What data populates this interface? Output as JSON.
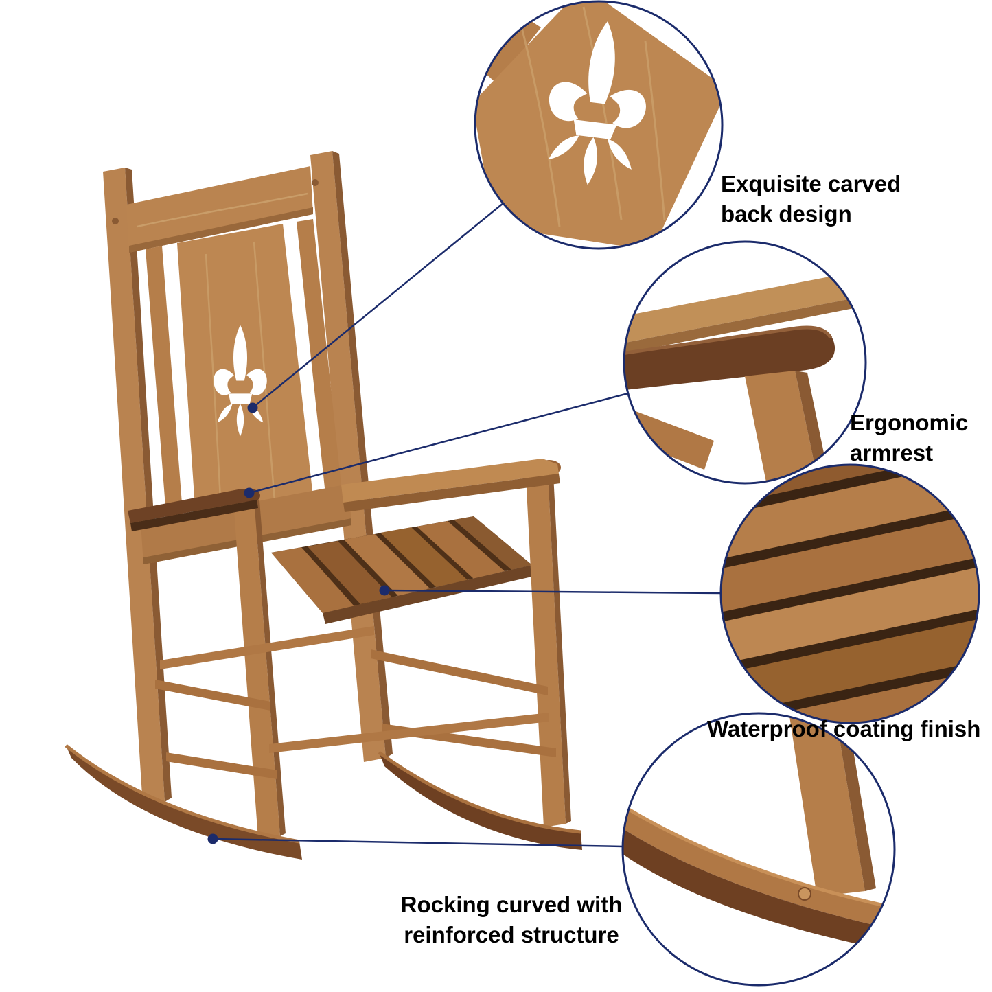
{
  "figure": {
    "subject": "wooden rocking chair feature callouts"
  },
  "colors": {
    "background": "#ffffff",
    "callout_line": "#1b2b6b",
    "label_text": "#000000",
    "wood_light": "#bd8752",
    "wood_mid": "#a9713f",
    "wood_dark": "#6e4022",
    "armrest_dark": "#6b3f23"
  },
  "callouts": [
    {
      "id": "carved-back",
      "line1": "Exquisite carved",
      "line2": "back design"
    },
    {
      "id": "armrest",
      "line1": "Ergonomic",
      "line2": "armrest"
    },
    {
      "id": "coating",
      "line1": "Waterproof coating finish"
    },
    {
      "id": "rocker",
      "line1": "Rocking curved with",
      "line2": "reinforced structure"
    }
  ]
}
